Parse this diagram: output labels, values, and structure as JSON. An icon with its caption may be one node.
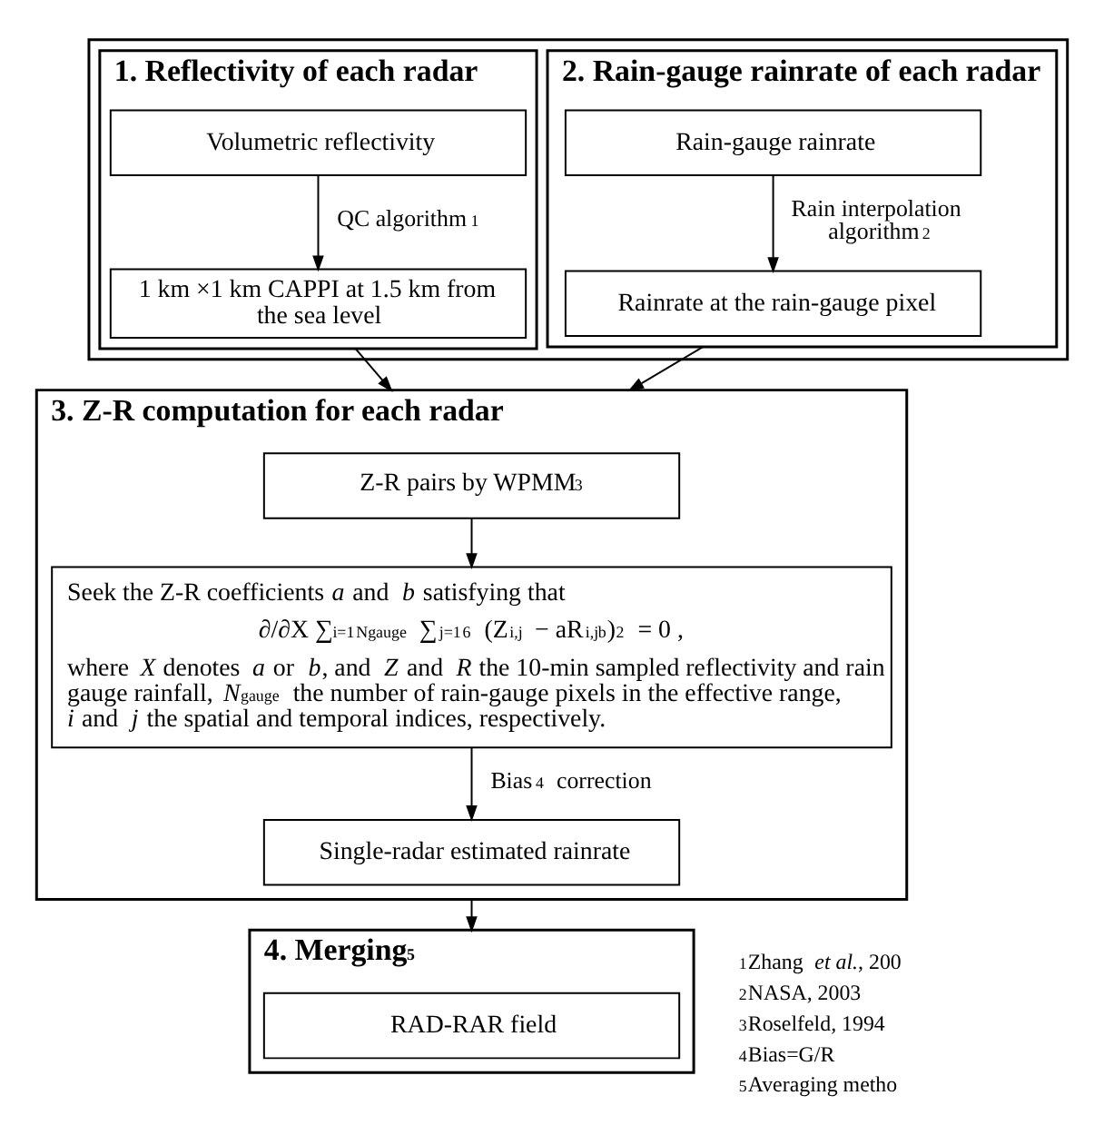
{
  "diagram": {
    "nodes": [
      {
        "text": [],
        "shape": "box"
      },
      {
        "text": [
          "1. Reflectivity of each radar"
        ],
        "in": 0
      },
      {
        "text": [
          "Volumetric reflectivity"
        ],
        "in": 1
      },
      {
        "text": [
          "1 km ×1 km CAPPI at 1.5 km from the sea level"
        ],
        "in": 1
      },
      {
        "text": [
          "2. Rain-gauge rainrate of each radar"
        ],
        "in": 0
      },
      {
        "text": [
          "Rain-gauge rainrate"
        ],
        "in": 4
      },
      {
        "text": [
          "Rainrate at the rain-gauge pixel"
        ],
        "in": 4
      },
      {
        "text": [
          "3. Z-R computation for each radar"
        ]
      },
      {
        "text": [
          "Z-R pairs by WPMM$^{3}$"
        ],
        "in": 7
      },
      {
        "text": [
          "Seek the Z-R coefficients *a* and *b* satisfying that",
          "∂/∂X ∑$_{i=1}$$^{Ngauge}$ ∑$_{j=1}$$^{6}$ (Z$_{i,j}$ − aR$_{i,j}$$^{b}$)$^{2}$ = 0 ,",
          "where *X* denotes *a* or *b*, and *Z* and *R* the 10-min sampled reflectivity and rain gauge rainfall, *N*$_{gauge}$ the number of rain-gauge pixels in the effective range, *i* and *j* the spatial and temporal indices, respectively."
        ],
        "in": 7
      },
      {
        "text": [
          "Single-radar estimated rainrate"
        ],
        "in": 7
      },
      {
        "text": [
          "4. Merging$^{5}$"
        ]
      },
      {
        "text": [
          "RAD-RAR field"
        ],
        "in": 11
      }
    ],
    "edges": [
      {
        "from": 2,
        "to": 3,
        "arrow": "to",
        "label": "QC algorithm$^{1}$"
      },
      {
        "from": 5,
        "to": 6,
        "arrow": "to",
        "label": "Rain interpolation algorithm$^{2}$"
      },
      {
        "from": 1,
        "to": 7,
        "arrow": "to"
      },
      {
        "from": 4,
        "to": 7,
        "arrow": "to"
      },
      {
        "from": 8,
        "to": 9,
        "arrow": "to"
      },
      {
        "from": 9,
        "to": 10,
        "arrow": "to",
        "label": "Bias$^{4}$ correction"
      },
      {
        "from": 7,
        "to": 11,
        "arrow": "to"
      }
    ],
    "labels": [
      "$^{1}$Zhang *et al.*, 200",
      "$^{2}$NASA, 2003",
      "$^{3}$Roselfeld, 1994",
      "$^{4}$Bias=G/R",
      "$^{5}$Averaging metho"
    ]
  }
}
